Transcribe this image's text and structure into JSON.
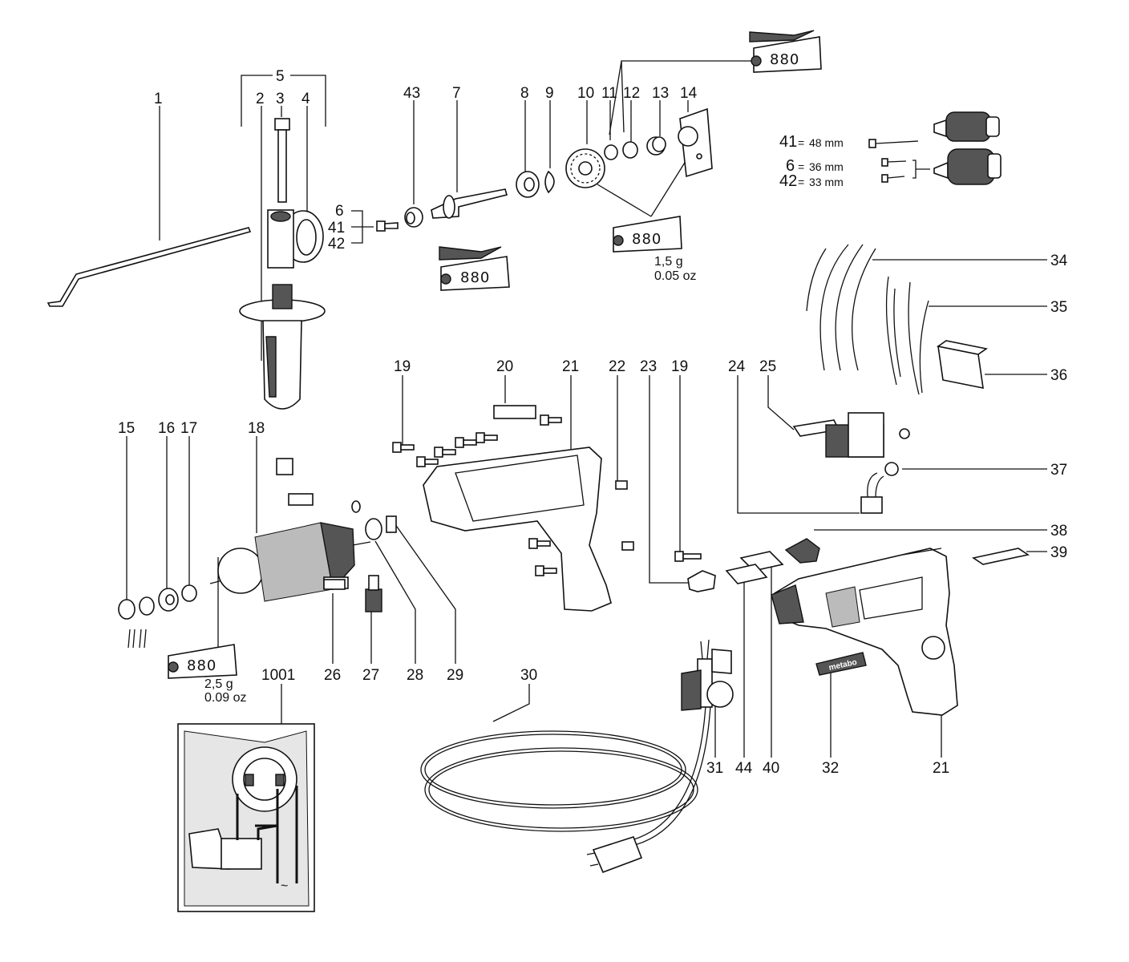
{
  "callouts": [
    {
      "label": "1"
    },
    {
      "label": "2"
    },
    {
      "label": "3"
    },
    {
      "label": "4"
    },
    {
      "label": "5"
    },
    {
      "label": "43"
    },
    {
      "label": "7"
    },
    {
      "label": "8"
    },
    {
      "label": "9"
    },
    {
      "label": "10"
    },
    {
      "label": "11"
    },
    {
      "label": "12"
    },
    {
      "label": "13"
    },
    {
      "label": "14"
    },
    {
      "label": "6"
    },
    {
      "label": "41"
    },
    {
      "label": "42"
    },
    {
      "label": "34"
    },
    {
      "label": "35"
    },
    {
      "label": "36"
    },
    {
      "label": "37"
    },
    {
      "label": "38"
    },
    {
      "label": "39"
    },
    {
      "label": "19"
    },
    {
      "label": "20"
    },
    {
      "label": "21"
    },
    {
      "label": "22"
    },
    {
      "label": "23"
    },
    {
      "label": "19"
    },
    {
      "label": "24"
    },
    {
      "label": "25"
    },
    {
      "label": "15"
    },
    {
      "label": "16"
    },
    {
      "label": "17"
    },
    {
      "label": "18"
    },
    {
      "label": "26"
    },
    {
      "label": "27"
    },
    {
      "label": "28"
    },
    {
      "label": "29"
    },
    {
      "label": "1001"
    },
    {
      "label": "30"
    },
    {
      "label": "31"
    },
    {
      "label": "44"
    },
    {
      "label": "40"
    },
    {
      "label": "32"
    },
    {
      "label": "21"
    }
  ],
  "lubricant": {
    "tube_label": "880",
    "gearbox_amount": "1,5 g",
    "gearbox_amount_oz": "0.05 oz",
    "armature_amount": "2,5 g",
    "armature_amount_oz": "0.09 oz"
  },
  "chuck_options": [
    {
      "part": "41",
      "eq": "=",
      "size": "48 mm"
    },
    {
      "part": "6",
      "eq": "=",
      "size": "36 mm"
    },
    {
      "part": "42",
      "eq": "=",
      "size": "33 mm"
    }
  ],
  "brand_label": "metabo",
  "wiring_symbol": "~"
}
